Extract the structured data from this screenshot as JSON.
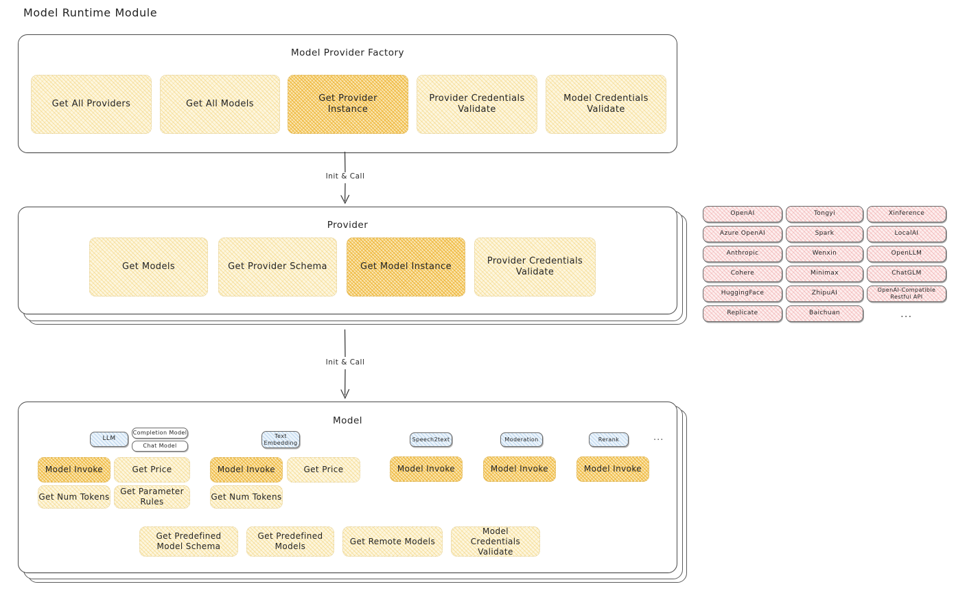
{
  "page": {
    "title": "Model Runtime Module"
  },
  "factory": {
    "title": "Model Provider Factory",
    "boxes": [
      {
        "label": "Get All Providers",
        "highlight": false
      },
      {
        "label": "Get All Models",
        "highlight": false
      },
      {
        "label": "Get Provider Instance",
        "highlight": true
      },
      {
        "label": "Provider Credentials Validate",
        "highlight": false
      },
      {
        "label": "Model Credentials Validate",
        "highlight": false
      }
    ]
  },
  "arrows": {
    "factory_to_provider": "Init & Call",
    "provider_to_model": "Init & Call"
  },
  "provider": {
    "title": "Provider",
    "boxes": [
      {
        "label": "Get Models",
        "highlight": false
      },
      {
        "label": "Get Provider Schema",
        "highlight": false
      },
      {
        "label": "Get Model Instance",
        "highlight": true
      },
      {
        "label": "Provider Credentials Validate",
        "highlight": false
      }
    ]
  },
  "provider_list": {
    "columns": [
      [
        "OpenAI",
        "Azure OpenAI",
        "Anthropic",
        "Cohere",
        "HuggingFace",
        "Replicate"
      ],
      [
        "Tongyi",
        "Spark",
        "Wenxin",
        "Minimax",
        "ZhipuAI",
        "Baichuan"
      ],
      [
        "Xinference",
        "LocalAI",
        "OpenLLM",
        "ChatGLM",
        "OpenAI-Compatible Restful API"
      ]
    ],
    "more": "..."
  },
  "model": {
    "title": "Model",
    "more_badge": "...",
    "types": [
      {
        "badge": "LLM",
        "sub_badges": [
          "Completion Model",
          "Chat Model"
        ],
        "functions": [
          {
            "label": "Model Invoke",
            "highlight": true
          },
          {
            "label": "Get Price",
            "highlight": false
          },
          {
            "label": "Get Num Tokens",
            "highlight": false
          },
          {
            "label": "Get Parameter Rules",
            "highlight": false
          }
        ]
      },
      {
        "badge": "Text Embedding",
        "sub_badges": [],
        "functions": [
          {
            "label": "Model Invoke",
            "highlight": true
          },
          {
            "label": "Get Price",
            "highlight": false
          },
          {
            "label": "Get Num Tokens",
            "highlight": false
          }
        ]
      },
      {
        "badge": "Speech2text",
        "sub_badges": [],
        "functions": [
          {
            "label": "Model Invoke",
            "highlight": true
          }
        ]
      },
      {
        "badge": "Moderation",
        "sub_badges": [],
        "functions": [
          {
            "label": "Model Invoke",
            "highlight": true
          }
        ]
      },
      {
        "badge": "Rerank",
        "sub_badges": [],
        "functions": [
          {
            "label": "Model Invoke",
            "highlight": true
          }
        ]
      }
    ],
    "common_functions": [
      "Get Predefined Model Schema",
      "Get Predefined Models",
      "Get Remote Models",
      "Model Credentials Validate"
    ]
  },
  "colors": {
    "highlight_fill": "#fae7b4",
    "normal_fill": "#fdf6de",
    "provider_fill": "#fdeeee",
    "badge_fill": "#eaf3fb",
    "stroke": "#4a4a4a"
  }
}
